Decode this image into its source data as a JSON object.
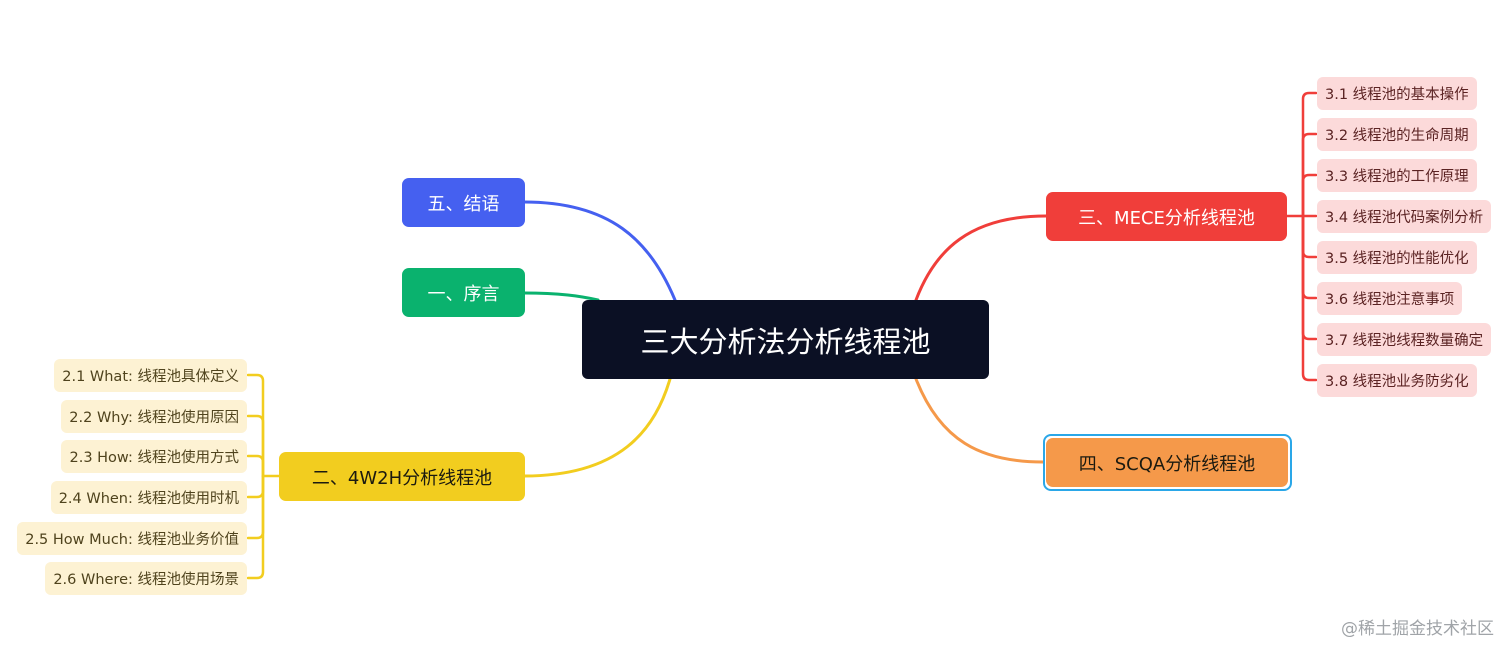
{
  "central_topic": "三大分析法分析线程池",
  "branches": {
    "conclusion": {
      "label": "五、结语",
      "color": "#4560f0"
    },
    "preface": {
      "label": "一、序言",
      "color": "#0ab26e"
    },
    "w2h": {
      "label": "二、4W2H分析线程池",
      "color": "#f2cd1f",
      "children": [
        "2.1 What: 线程池具体定义",
        "2.2 Why: 线程池使用原因",
        "2.3 How: 线程池使用方式",
        "2.4 When: 线程池使用时机",
        "2.5 How Much: 线程池业务价值",
        "2.6 Where: 线程池使用场景"
      ]
    },
    "mece": {
      "label": "三、MECE分析线程池",
      "color": "#f03e3a",
      "children": [
        "3.1 线程池的基本操作",
        "3.2 线程池的生命周期",
        "3.3 线程池的工作原理",
        "3.4 线程池代码案例分析",
        "3.5 线程池的性能优化",
        "3.6 线程池注意事项",
        "3.7 线程池线程数量确定",
        "3.8 线程池业务防劣化"
      ]
    },
    "scqa": {
      "label": "四、SCQA分析线程池",
      "color": "#f5994a",
      "selected": true
    }
  },
  "watermark": "@稀土掘金技术社区"
}
